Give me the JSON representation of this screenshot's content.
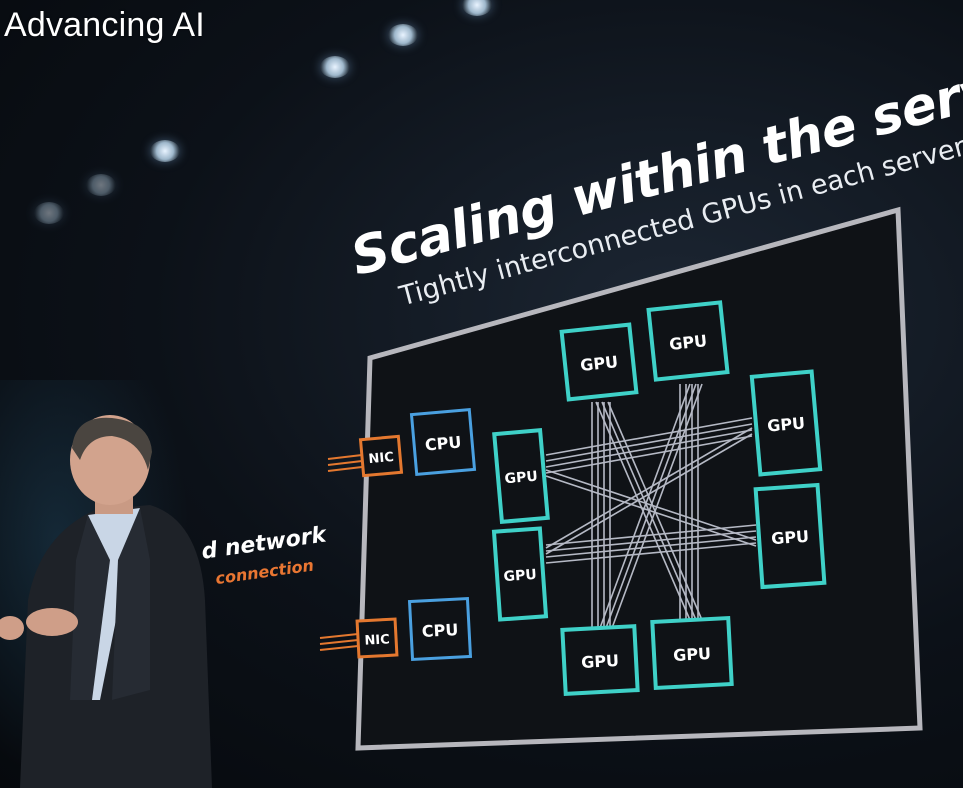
{
  "overlay": {
    "title": "Advancing AI"
  },
  "slide": {
    "headline": "Scaling within the server",
    "subhead": "Tightly interconnected GPUs in each server",
    "left_partial_title": "d network",
    "left_partial_sub": "connection"
  },
  "diagram": {
    "nic_label": "NIC",
    "cpu_label": "CPU",
    "gpu_label": "GPU"
  },
  "colors": {
    "gpu_border": "#3fd1c8",
    "cpu_border": "#4aa0e0",
    "nic_border": "#e4782f",
    "frame_border": "#b7b7bd",
    "interconnect": "#c8ccd8"
  }
}
